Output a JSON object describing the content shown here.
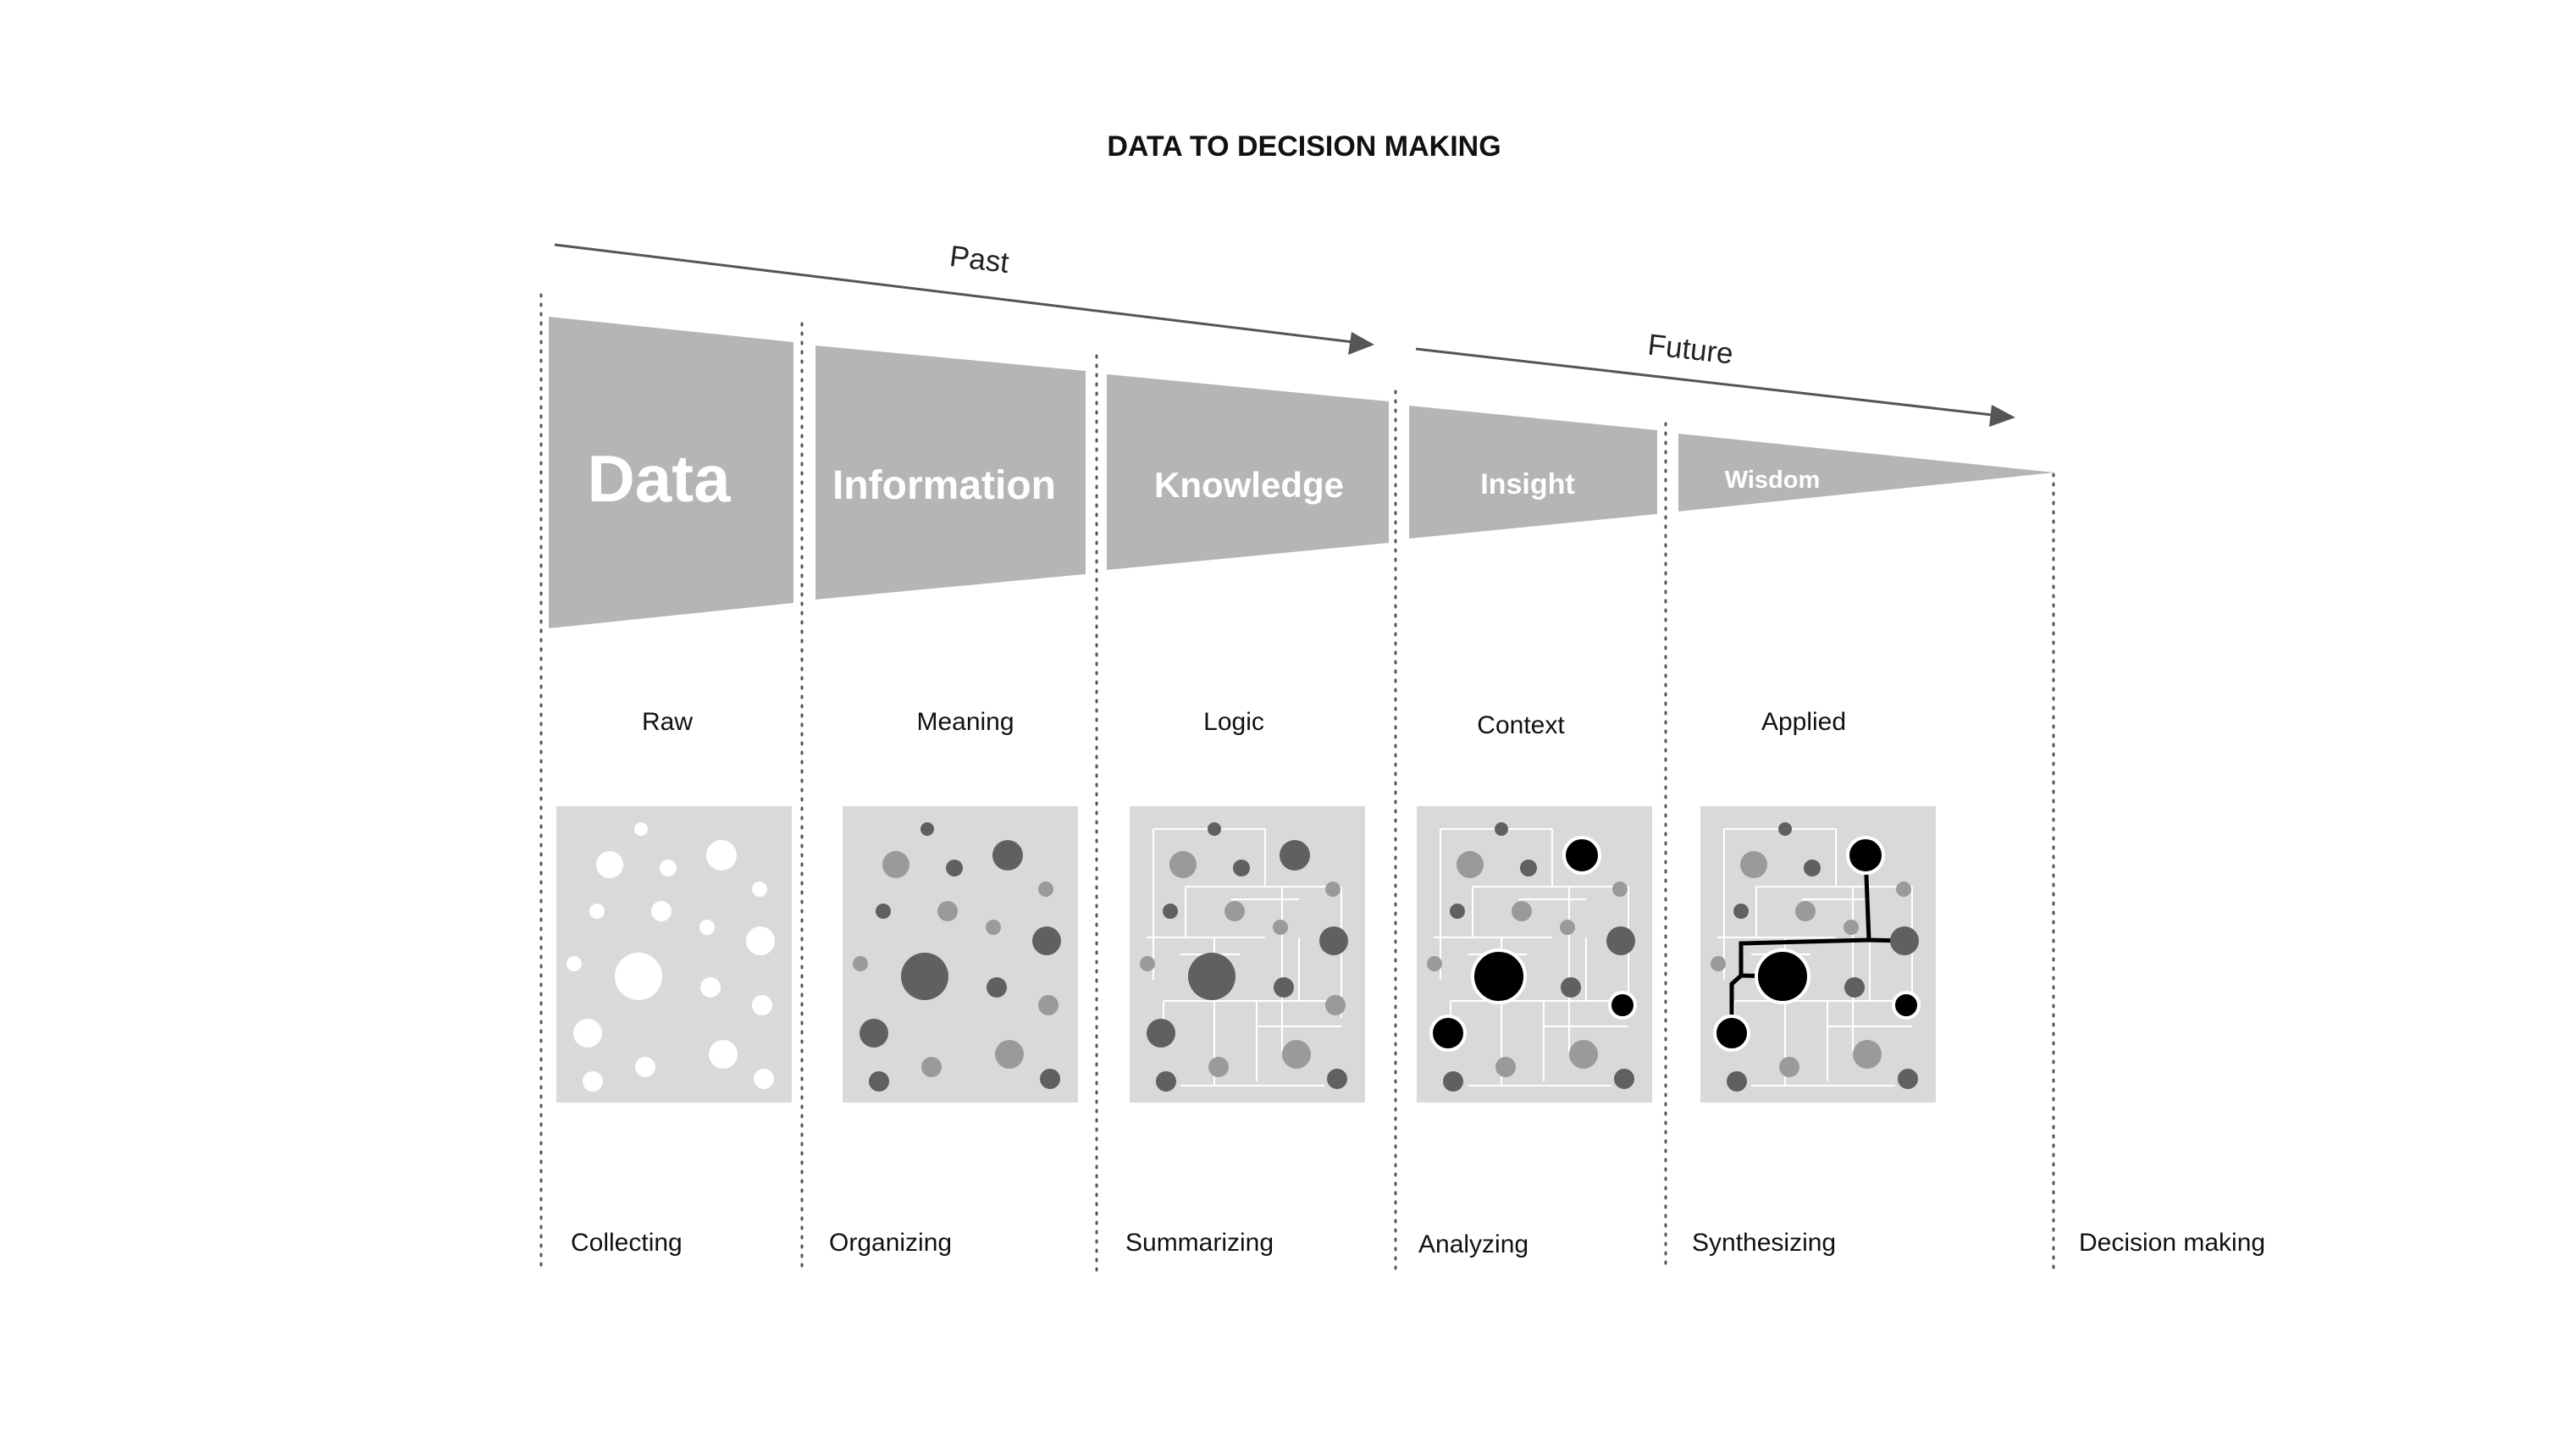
{
  "title": "DATA TO DECISION MAKING",
  "timeline": {
    "past_label": "Past",
    "future_label": "Future"
  },
  "stages": [
    {
      "name": "Data",
      "descriptor": "Raw",
      "process": "Collecting",
      "style": "raw"
    },
    {
      "name": "Information",
      "descriptor": "Meaning",
      "process": "Organizing",
      "style": "meaning"
    },
    {
      "name": "Knowledge",
      "descriptor": "Logic",
      "process": "Summarizing",
      "style": "logic"
    },
    {
      "name": "Insight",
      "descriptor": "Context",
      "process": "Analyzing",
      "style": "context"
    },
    {
      "name": "Wisdom",
      "descriptor": "Applied",
      "process": "Synthesizing",
      "style": "applied"
    }
  ],
  "final_process": "Decision making",
  "colors": {
    "funnel": "#b5b5b5",
    "tile": "#d9d9d9",
    "dot_light": "#9a9a9a",
    "dot_dark": "#606060",
    "dot_highlight": "#000000"
  }
}
